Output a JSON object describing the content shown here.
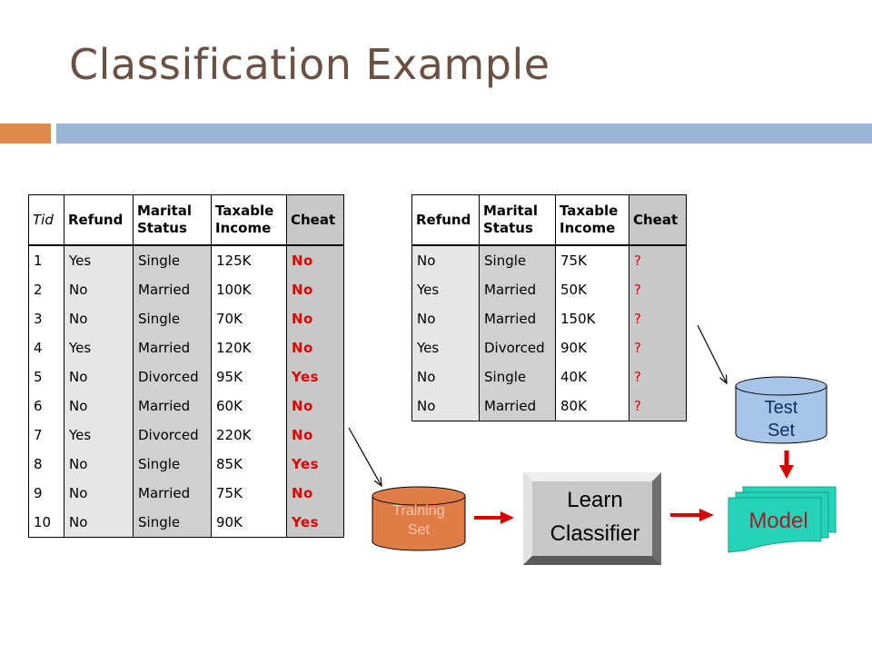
{
  "title": "Classification Example",
  "training_table": {
    "headers": [
      "Tid",
      "Refund",
      "Marital\nStatus",
      "Taxable\nIncome",
      "Cheat"
    ],
    "rows": [
      [
        "1",
        "Yes",
        "Single",
        "125K",
        "No"
      ],
      [
        "2",
        "No",
        "Married",
        "100K",
        "No"
      ],
      [
        "3",
        "No",
        "Single",
        "70K",
        "No"
      ],
      [
        "4",
        "Yes",
        "Married",
        "120K",
        "No"
      ],
      [
        "5",
        "No",
        "Divorced",
        "95K",
        "Yes"
      ],
      [
        "6",
        "No",
        "Married",
        "60K",
        "No"
      ],
      [
        "7",
        "Yes",
        "Divorced",
        "220K",
        "No"
      ],
      [
        "8",
        "No",
        "Single",
        "85K",
        "Yes"
      ],
      [
        "9",
        "No",
        "Married",
        "75K",
        "No"
      ],
      [
        "10",
        "No",
        "Single",
        "90K",
        "Yes"
      ]
    ]
  },
  "test_table": {
    "headers": [
      "Refund",
      "Marital\nStatus",
      "Taxable\nIncome",
      "Cheat"
    ],
    "rows": [
      [
        "No",
        "Single",
        "75K",
        "?"
      ],
      [
        "Yes",
        "Married",
        "50K",
        "?"
      ],
      [
        "No",
        "Married",
        "150K",
        "?"
      ],
      [
        "Yes",
        "Divorced",
        "90K",
        "?"
      ],
      [
        "No",
        "Single",
        "40K",
        "?"
      ],
      [
        "No",
        "Married",
        "80K",
        "?"
      ]
    ]
  },
  "nodes": {
    "training_set": "Training\nSet",
    "learn_classifier": "Learn\nClassifier",
    "model": "Model",
    "test_set": "Test\nSet"
  },
  "colors": {
    "title": "#6b5044",
    "rule_orange": "#de8a4b",
    "rule_blue": "#9ab5d3",
    "cheat_value": "#e00000",
    "training_cylinder": "#e07c45",
    "test_cylinder": "#a8c4e6",
    "model_doc": "#25d4b8",
    "arrow": "#d80000"
  }
}
